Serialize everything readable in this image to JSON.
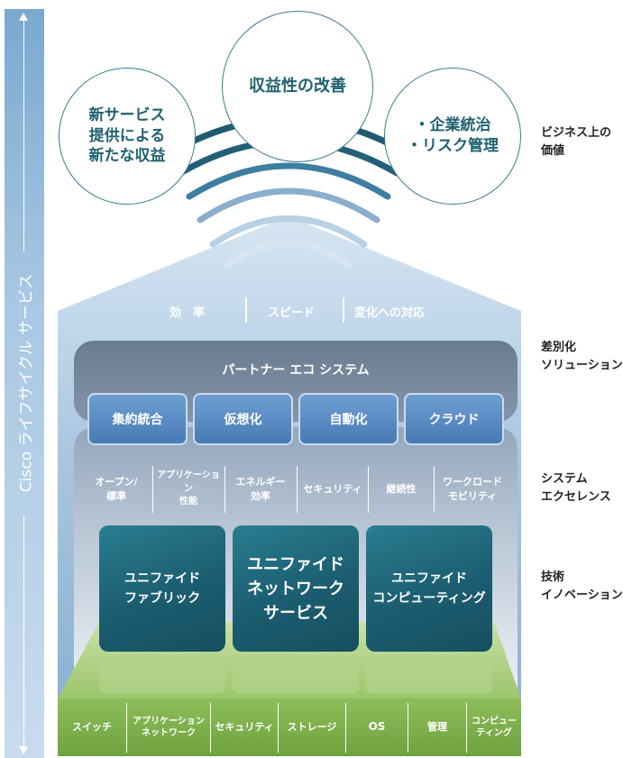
{
  "lifecycle": {
    "label": "Cisco ライフサイクル サービス"
  },
  "circles": {
    "left": "新サービス\n提供による\n新たな収益",
    "center": "収益性の改善",
    "right": "・企業統治\n・リスク管理"
  },
  "side_labels": {
    "business": "ビジネス上の\n価値",
    "differentiated": "差別化\nソリューション",
    "system": "システム\nエクセレンス",
    "innovation": "技術\nイノベーション"
  },
  "top_values": [
    "効　率",
    "スピード",
    "変化への対応"
  ],
  "partner": {
    "title": "パートナー エコ システム",
    "buttons": [
      "集約統合",
      "仮想化",
      "自動化",
      "クラウド"
    ]
  },
  "system_items": [
    "オープン/\n標準",
    "アプリケーション\n性能",
    "エネルギー\n効率",
    "セキュリティ",
    "継続性",
    "ワークロード\nモビリティ"
  ],
  "unified": [
    "ユニファイド\nファブリック",
    "ユニファイド\nネットワーク\nサービス",
    "ユニファイド\nコンピューティング"
  ],
  "foundation": [
    "スイッチ",
    "アプリケーション\nネットワーク",
    "セキュリティ",
    "ストレージ",
    "OS",
    "管理",
    "コンピュー\nティング"
  ],
  "colors": {
    "teal": "#1b5d70",
    "blue_button": "#4a7ab4",
    "green_base": "#7fb24c",
    "house_slate": "#6b7d94"
  }
}
